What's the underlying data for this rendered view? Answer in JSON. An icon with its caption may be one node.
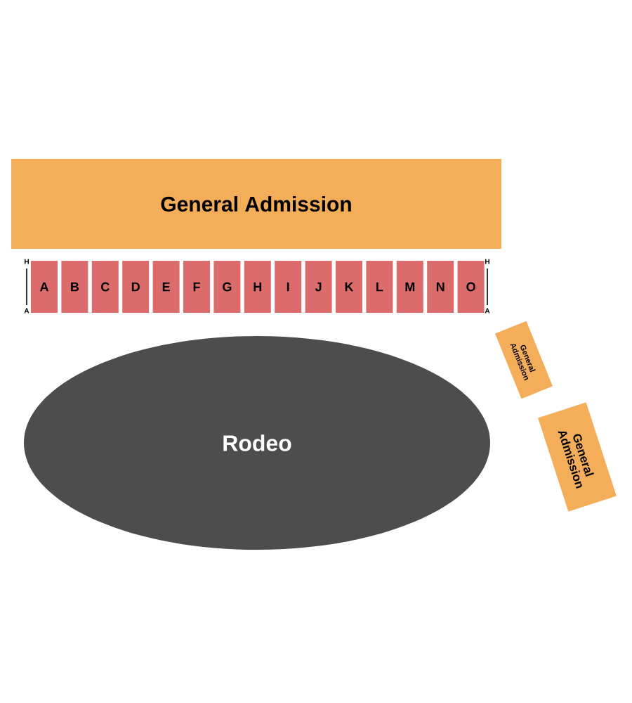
{
  "diagram": {
    "nodes": [
      {
        "text": [
          "General Admission"
        ]
      },
      {
        "text": [
          "A"
        ]
      },
      {
        "text": [
          "B"
        ]
      },
      {
        "text": [
          "C"
        ]
      },
      {
        "text": [
          "D"
        ]
      },
      {
        "text": [
          "E"
        ]
      },
      {
        "text": [
          "F"
        ]
      },
      {
        "text": [
          "G"
        ]
      },
      {
        "text": [
          "H"
        ]
      },
      {
        "text": [
          "I"
        ]
      },
      {
        "text": [
          "J"
        ]
      },
      {
        "text": [
          "K"
        ]
      },
      {
        "text": [
          "L"
        ]
      },
      {
        "text": [
          "M"
        ]
      },
      {
        "text": [
          "N"
        ]
      },
      {
        "text": [
          "O"
        ]
      },
      {
        "text": [
          "General Admission"
        ]
      },
      {
        "text": [
          "General Admission"
        ]
      },
      {
        "text": [
          "Rodeo"
        ]
      }
    ],
    "labels": [
      "H",
      "A",
      "H",
      "A"
    ]
  }
}
